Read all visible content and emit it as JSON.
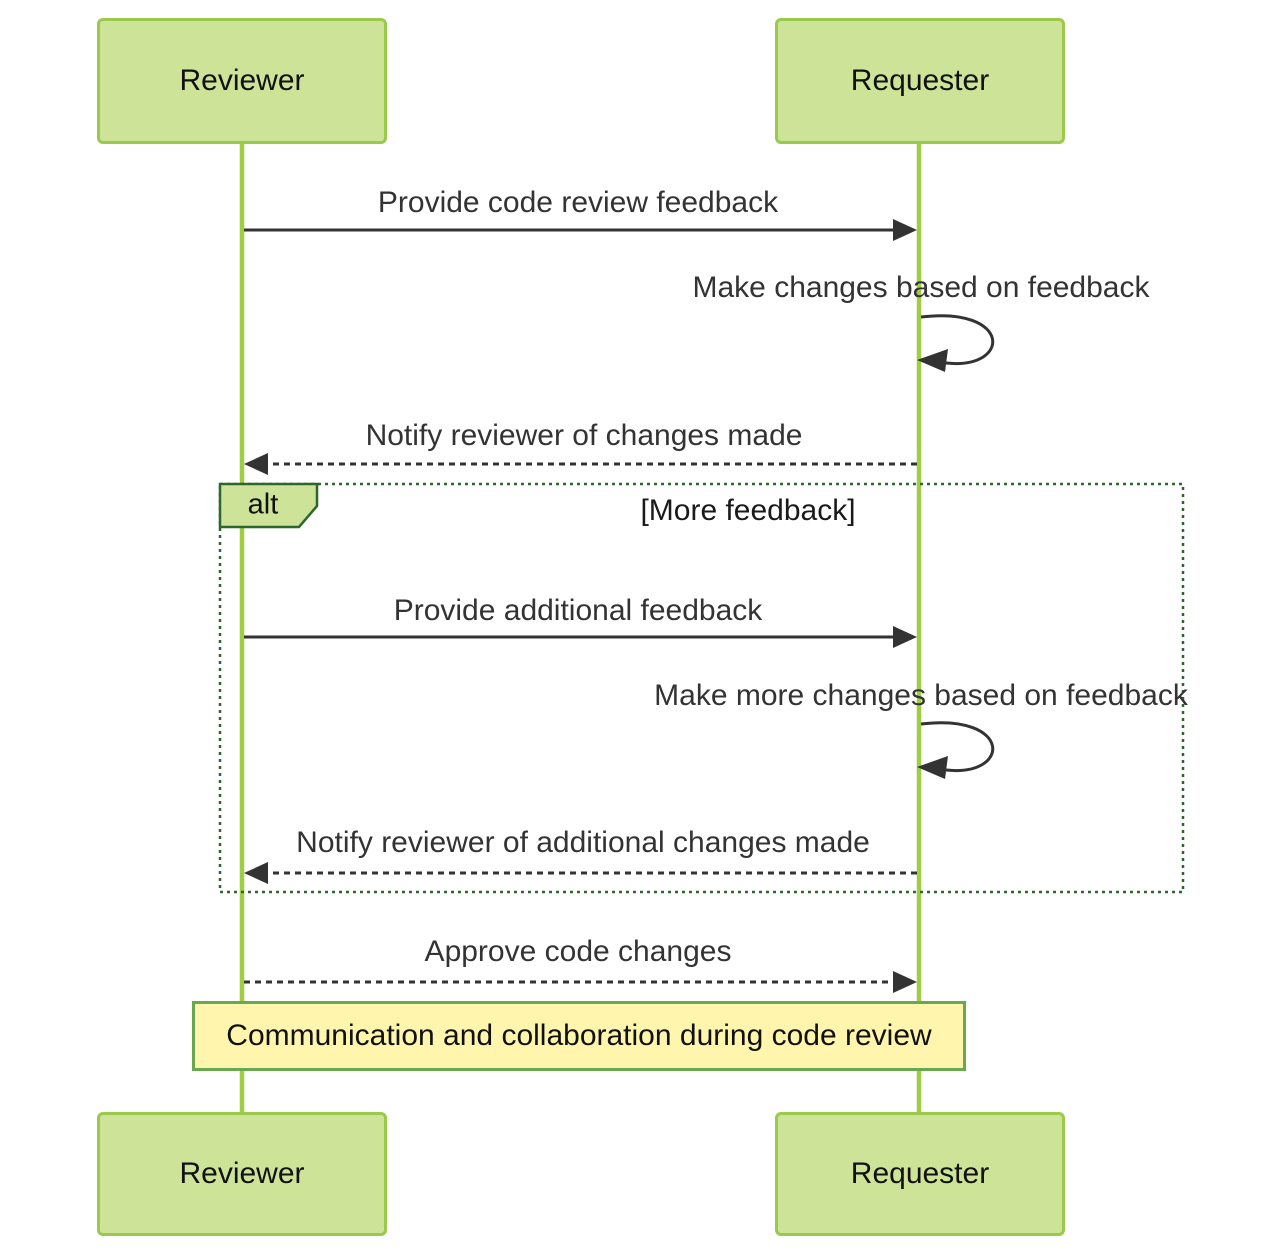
{
  "diagram_type": "sequence-diagram",
  "actors": {
    "left": "Reviewer",
    "right": "Requester"
  },
  "messages": [
    {
      "label": "Provide code review feedback",
      "kind": "solid-arrow",
      "from": "left",
      "to": "right"
    },
    {
      "label": "Make changes based on feedback",
      "kind": "self-loop",
      "on": "right"
    },
    {
      "label": "Notify reviewer of changes made",
      "kind": "dashed-arrow",
      "from": "right",
      "to": "left"
    },
    {
      "label": "Provide additional feedback",
      "kind": "solid-arrow",
      "from": "left",
      "to": "right"
    },
    {
      "label": "Make more changes based on feedback",
      "kind": "self-loop",
      "on": "right"
    },
    {
      "label": "Notify reviewer of additional changes made",
      "kind": "dashed-arrow",
      "from": "right",
      "to": "left"
    },
    {
      "label": "Approve code changes",
      "kind": "dashed-arrow",
      "from": "left",
      "to": "right"
    }
  ],
  "alt_block": {
    "operator": "alt",
    "condition": "[More feedback]"
  },
  "note": {
    "text": "Communication and collaboration during code review"
  },
  "colors": {
    "actor_fill": "#cde498",
    "actor_border": "#9ac94b",
    "lifeline": "#a0ce42",
    "arrow": "#333333",
    "message_text": "#333333",
    "alt_border": "#2e672e",
    "alt_label_fill": "#cde498",
    "note_fill": "#fff5ad",
    "note_border": "#6aa84f"
  }
}
